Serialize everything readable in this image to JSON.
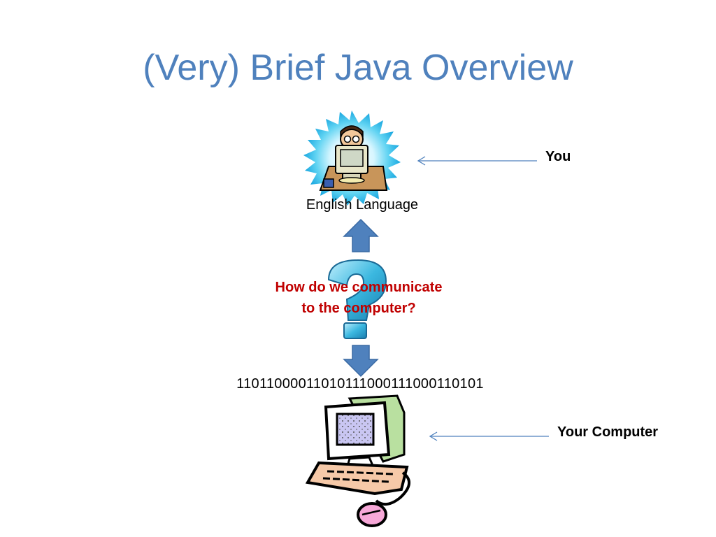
{
  "slide": {
    "title": "(Very) Brief Java Overview",
    "top_label": "English Language",
    "question_line1": "How do we communicate",
    "question_line2": "to the computer?",
    "binary": "11011000011010111000111000110101",
    "you_label": "You",
    "computer_label": "Your Computer"
  },
  "colors": {
    "title": "#4f81bd",
    "question": "#c00000",
    "arrow_fill": "#4f81bd"
  },
  "icons": {
    "programmer": "person-at-computer-clipart",
    "question_mark": "question-mark-icon",
    "computer": "desktop-computer-clipart"
  }
}
